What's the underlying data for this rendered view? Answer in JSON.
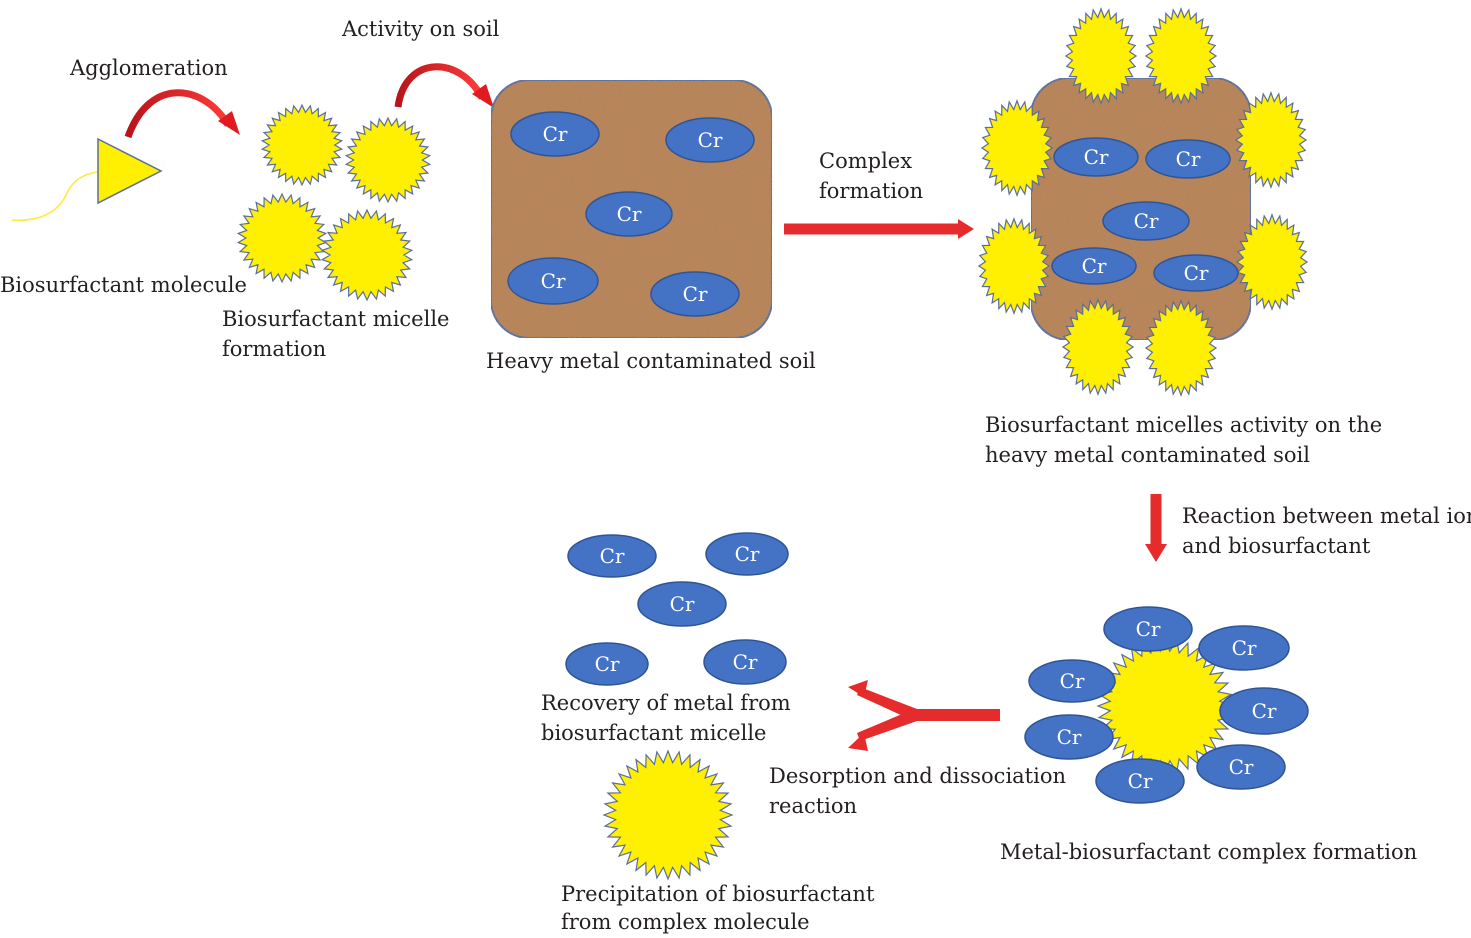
{
  "labels": {
    "agglomeration": "Agglomeration",
    "activity_on_soil": "Activity on soil",
    "biosurfactant_molecule": "Biosurfactant molecule",
    "micelle_formation_1": "Biosurfactant micelle",
    "micelle_formation_2": "formation",
    "heavy_metal_soil": "Heavy metal contaminated soil",
    "complex_formation_1": "Complex",
    "complex_formation_2": "formation",
    "micelles_activity_1": "Biosurfactant micelles activity on the",
    "micelles_activity_2": "heavy metal contaminated soil",
    "reaction_1": "Reaction between metal ions",
    "reaction_2": "and biosurfactant",
    "complex_result": "Metal-biosurfactant complex formation",
    "desorption_1": "Desorption and dissociation",
    "desorption_2": "reaction",
    "recovery_1": "Recovery of metal from",
    "recovery_2": "biosurfactant micelle",
    "precipitation_1": "Precipitation of biosurfactant",
    "precipitation_2": "from complex molecule"
  },
  "ion_label": "Cr",
  "colors": {
    "micelle_fill": "#ffef00",
    "micelle_stroke": "#5b6e9a",
    "ion_fill": "#4472c4",
    "ion_stroke": "#2f5597",
    "arrow": "#e52b2b",
    "soil": "#b88358",
    "soil_stroke": "#4a6fa8"
  }
}
